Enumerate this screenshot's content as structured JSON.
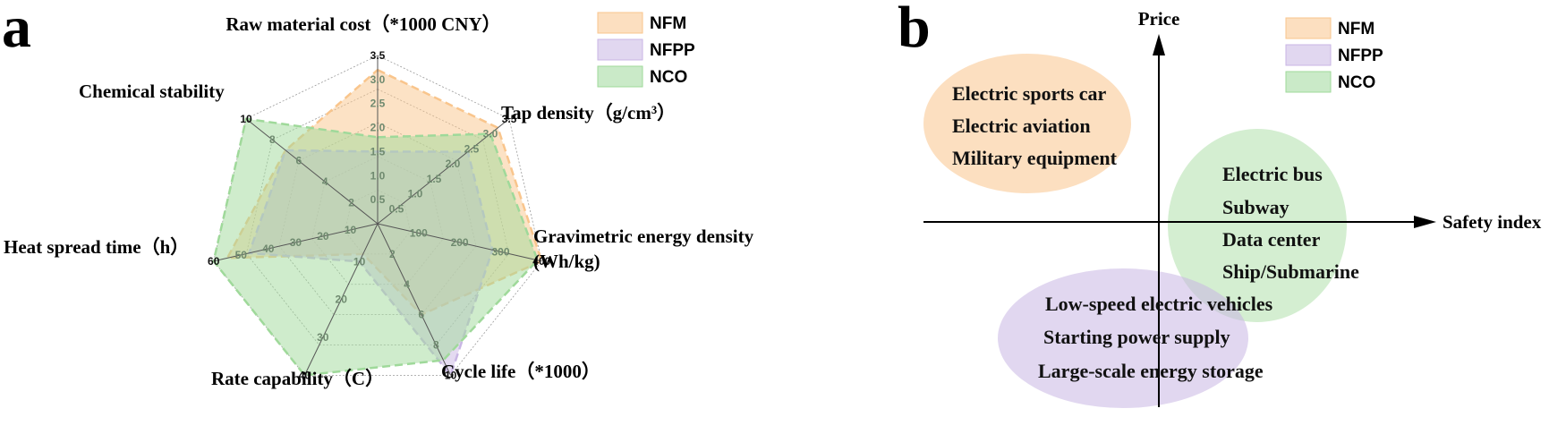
{
  "panel_a": {
    "letter": "a",
    "chart_data": {
      "type": "radar",
      "axes": [
        {
          "label": "Raw material cost（*1000 CNY）",
          "ticks": [
            "0.5",
            "1.0",
            "1.5",
            "2.0",
            "2.5",
            "3.0",
            "3.5"
          ],
          "range": [
            0,
            3.5
          ]
        },
        {
          "label": "Tap density（g/cm³）",
          "ticks": [
            "0.5",
            "1.0",
            "1.5",
            "2.0",
            "2.5",
            "3.0",
            "3.5"
          ],
          "range": [
            0,
            3.5
          ]
        },
        {
          "label": "Gravimetric energy density",
          "label2": "(Wh/kg)",
          "ticks": [
            "100",
            "200",
            "300",
            "400"
          ],
          "range": [
            0,
            400
          ]
        },
        {
          "label": "Cycle life（*1000）",
          "ticks": [
            "2",
            "4",
            "6",
            "8",
            "10"
          ],
          "range": [
            0,
            10
          ]
        },
        {
          "label": "Rate capability（C）",
          "ticks": [
            "10",
            "20",
            "30",
            "40"
          ],
          "range": [
            0,
            40
          ]
        },
        {
          "label": "Heat spread time（h）",
          "ticks": [
            "10",
            "20",
            "30",
            "40",
            "50",
            "60"
          ],
          "range": [
            0,
            60
          ]
        },
        {
          "label": "Chemical stability",
          "ticks": [
            "2",
            "4",
            "6",
            "8",
            "10"
          ],
          "range": [
            0,
            10
          ]
        }
      ],
      "series": [
        {
          "name": "NFM",
          "values": [
            3.2,
            3.2,
            400,
            6,
            8,
            55,
            7
          ],
          "color": "#f9c58c"
        },
        {
          "name": "NFPP",
          "values": [
            1.5,
            2.4,
            280,
            10,
            10,
            47,
            7
          ],
          "color": "#c9b6e4"
        },
        {
          "name": "NCO",
          "values": [
            1.8,
            3.0,
            390,
            9,
            40,
            60,
            10
          ],
          "color": "#9fd99a"
        }
      ],
      "legend": [
        "NFM",
        "NFPP",
        "NCO"
      ],
      "legend_position": "top-right",
      "grid": true
    }
  },
  "panel_b": {
    "letter": "b",
    "y_label": "Price",
    "x_label": "Safety index",
    "legend": [
      "NFM",
      "NFPP",
      "NCO"
    ],
    "legend_colors": [
      "#f9c58c",
      "#c9b6e4",
      "#9fd99a"
    ],
    "groups": [
      {
        "name": "NFM",
        "color": "#f9c58c",
        "items": [
          "Electric sports car",
          "Electric aviation",
          "Military equipment"
        ]
      },
      {
        "name": "NCO",
        "color": "#9fd99a",
        "items": [
          "Electric bus",
          "Subway",
          "Data center",
          "Ship/Submarine"
        ]
      },
      {
        "name": "NFPP",
        "color": "#c9b6e4",
        "items": [
          "Low-speed electric vehicles",
          "Starting power supply",
          "Large-scale energy storage"
        ]
      }
    ]
  }
}
